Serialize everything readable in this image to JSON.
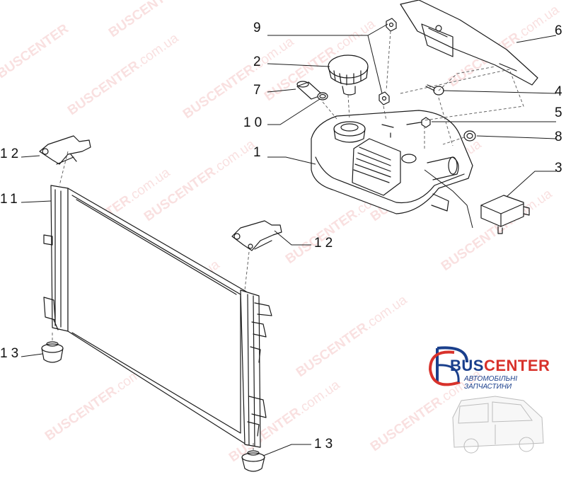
{
  "callouts": {
    "c9": "9",
    "c2": "2",
    "c7": "7",
    "c10": "10",
    "c1": "1",
    "c6": "6",
    "c4": "4",
    "c5": "5",
    "c8": "8",
    "c3": "3",
    "c12a": "12",
    "c11": "11",
    "c12b": "12",
    "c13a": "13",
    "c13b": "13"
  },
  "watermark": {
    "brand": "BUSCENTER",
    "domain": ".com.ua"
  },
  "logo": {
    "name_part1": "BUS",
    "name_part2": "CENTER",
    "subtitle": "АВТОМОБІЛЬНІ ЗАПЧАСТИНИ",
    "colors": {
      "blue": "#1a3f8c",
      "red": "#d8322b"
    }
  }
}
